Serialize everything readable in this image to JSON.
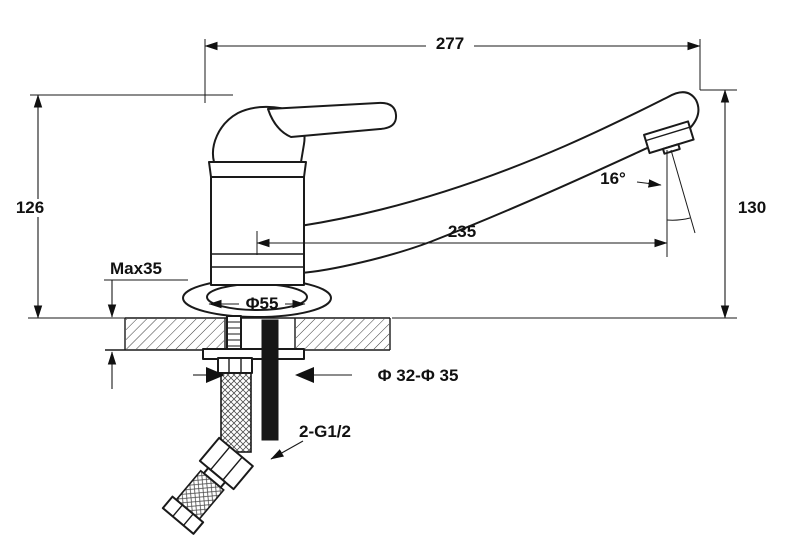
{
  "dims": {
    "overall_width": "277",
    "height_left": "126",
    "height_right": "130",
    "reach": "235",
    "angle": "16°",
    "max_thickness": "Max35",
    "base_dia": "Φ55",
    "hole_dia": "Φ 32-Φ 35",
    "thread": "2-G1/2"
  },
  "colors": {
    "line": "#1a1a1a",
    "background": "#ffffff"
  }
}
